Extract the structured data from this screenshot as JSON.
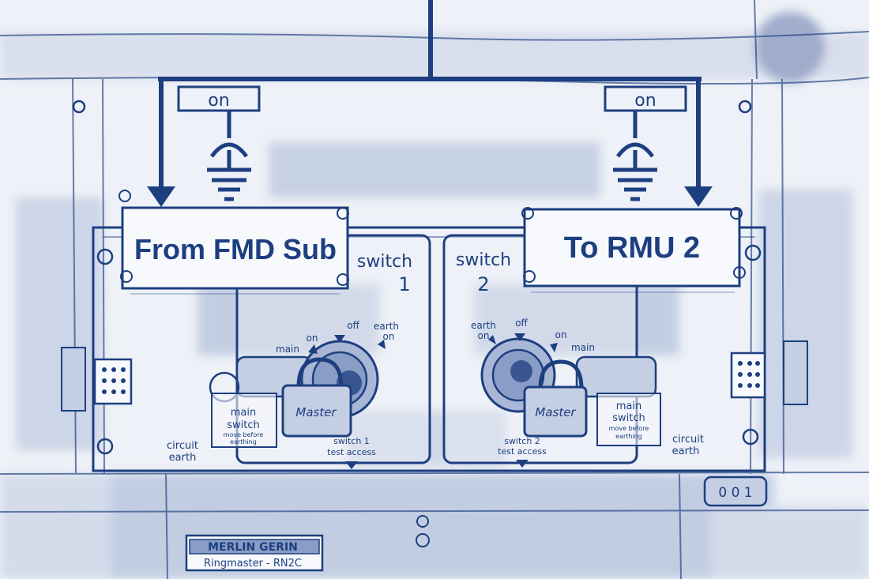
{
  "colors": {
    "ink": "#1d3f80",
    "wash": "#8a9dc6",
    "wash_light": "#c5cfe4",
    "paper": "#eef1f7"
  },
  "top_indicators": {
    "left": "on",
    "right": "on"
  },
  "feeder_labels": {
    "left": "From FMD Sub",
    "right": "To RMU 2"
  },
  "switch1": {
    "title": "switch",
    "number": "1",
    "positions": {
      "main": "main",
      "on": "on",
      "off": "off",
      "earth": "earth",
      "earth_on": "on"
    },
    "padlock_brand": "Master",
    "main_switch_label": "main",
    "main_switch_label2": "switch",
    "main_switch_note": "move before",
    "main_switch_note2": "earthing",
    "circuit_earth": "circuit",
    "circuit_earth2": "earth",
    "test_access": "switch 1",
    "test_access2": "test access"
  },
  "switch2": {
    "title": "switch",
    "number": "2",
    "positions": {
      "earth": "earth",
      "earth_on": "on",
      "off": "off",
      "on": "on",
      "main": "main"
    },
    "padlock_brand": "Master",
    "main_switch_label": "main",
    "main_switch_label2": "switch",
    "main_switch_note": "move before",
    "main_switch_note2": "earthing",
    "circuit_earth": "circuit",
    "circuit_earth2": "earth",
    "test_access": "switch 2",
    "test_access2": "test access"
  },
  "nameplate": {
    "brand": "MERLIN GERIN",
    "model": "Ringmaster - RN2C"
  },
  "counter_display": "0 0 1"
}
